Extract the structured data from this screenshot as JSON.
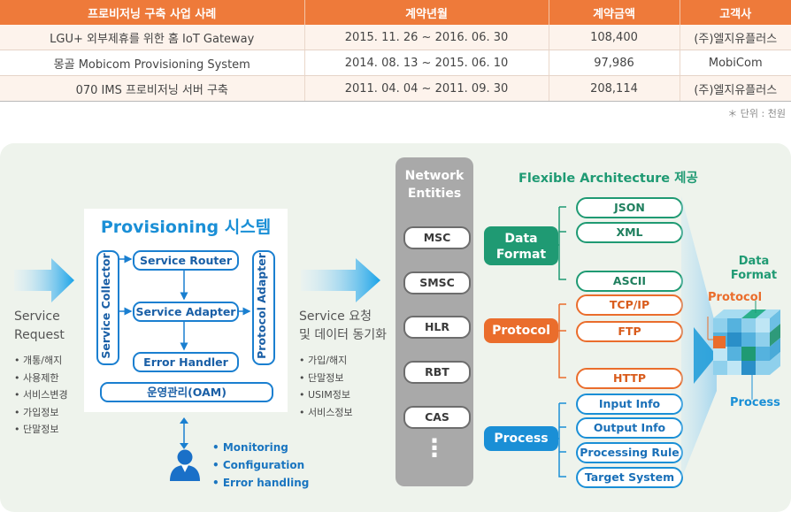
{
  "table": {
    "headers": [
      "프로비저닝 구축 사업 사례",
      "계약년월",
      "계약금액",
      "고객사"
    ],
    "rows": [
      [
        "LGU+ 외부제휴를 위한 홈 IoT Gateway",
        "2015. 11. 26 ~ 2016. 06. 30",
        "108,400",
        "(주)엘지유플러스"
      ],
      [
        "몽골 Mobicom Provisioning System",
        "2014. 08. 13 ~ 2015. 06. 10",
        "97,986",
        "MobiCom"
      ],
      [
        "070 IMS 프로비저닝 서버 구축",
        "2011. 04. 04 ~ 2011. 09. 30",
        "208,114",
        "(주)엘지유플러스"
      ]
    ],
    "unit_note": "＊ 단위 : 천원"
  },
  "left": {
    "title_line1": "Service",
    "title_line2": "Request",
    "items": [
      "개통/해지",
      "사용제한",
      "서비스변경",
      "가입정보",
      "단말정보"
    ]
  },
  "provisioning": {
    "title": "Provisioning 시스템",
    "collector": "Service Collector",
    "adapter_v": "Protocol Adapter",
    "router": "Service Router",
    "service_adapter": "Service Adapter",
    "error_handler": "Error Handler",
    "oam": "운영관리(OAM)"
  },
  "operator": {
    "items": [
      "Monitoring",
      "Configuration",
      "Error handling"
    ]
  },
  "middle": {
    "title_line1": "Service 요청",
    "title_line2": "및 데이터 동기화",
    "items": [
      "가입/해지",
      "단말정보",
      "USIM정보",
      "서비스정보"
    ]
  },
  "network": {
    "title_line1": "Network",
    "title_line2": "Entities",
    "entities": [
      "MSC",
      "SMSC",
      "HLR",
      "RBT",
      "CAS"
    ],
    "more": "⋮"
  },
  "flex": {
    "title": "Flexible Architecture 제공",
    "data_format": {
      "label_line1": "Data",
      "label_line2": "Format",
      "items": [
        "JSON",
        "XML",
        "ASCII"
      ]
    },
    "protocol": {
      "label": "Protocol",
      "items": [
        "TCP/IP",
        "FTP",
        "HTTP"
      ]
    },
    "process": {
      "label": "Process",
      "items": [
        "Input Info",
        "Output Info",
        "Processing Rule",
        "Target System"
      ]
    }
  },
  "cube": {
    "label_data_line1": "Data",
    "label_data_line2": "Format",
    "label_protocol": "Protocol",
    "label_process": "Process"
  },
  "colors": {
    "orange": "#ee7a3a",
    "blue": "#1a8fd6",
    "green": "#1f9a73",
    "gray_panel": "#a9a9a9"
  }
}
